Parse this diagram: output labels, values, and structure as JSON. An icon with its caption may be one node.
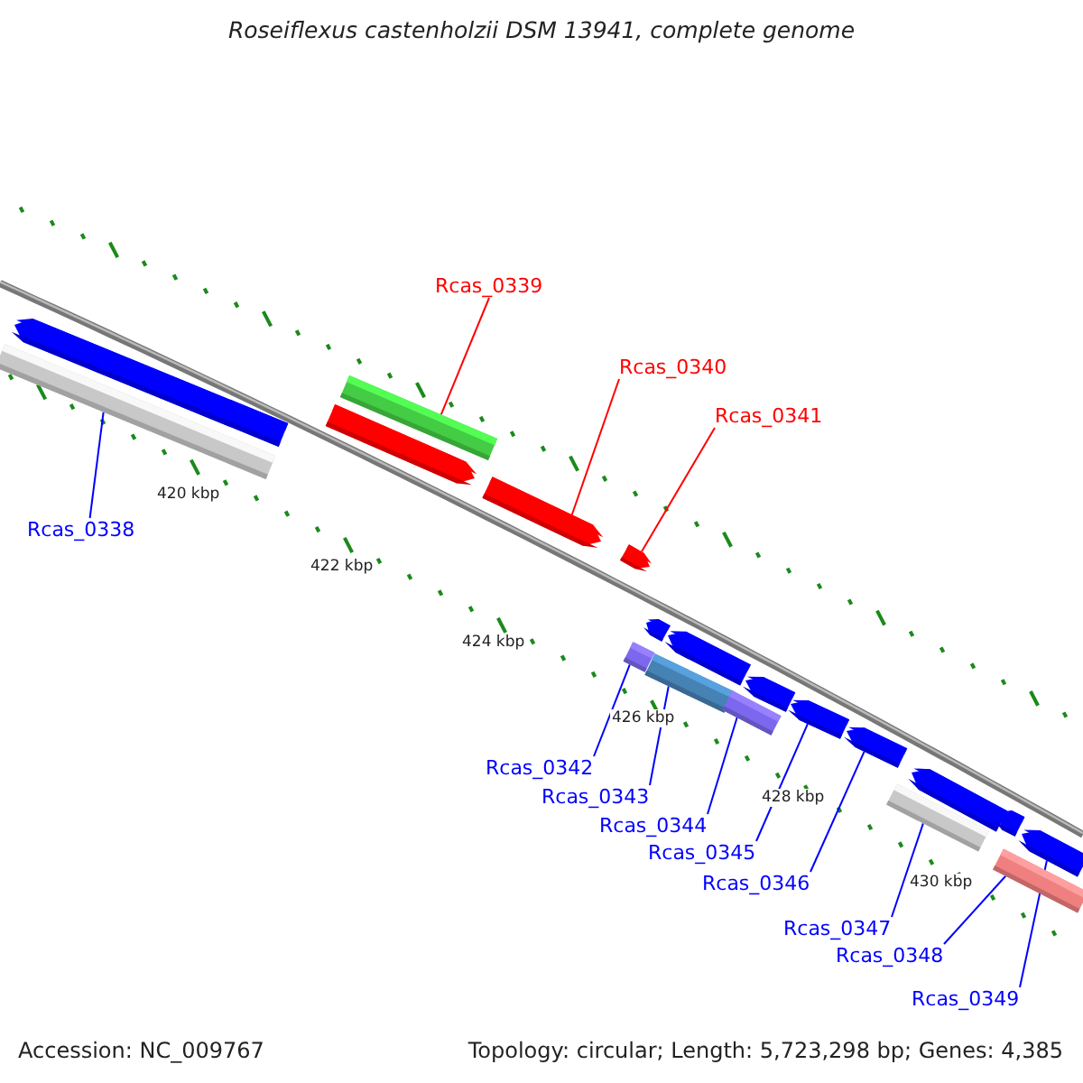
{
  "diagram": {
    "title": "Roseiflexus castenholzii DSM 13941, complete genome",
    "nodes": [
      {
        "text": [
          "Rcas_0338"
        ]
      },
      {
        "text": [
          "Rcas_0339"
        ]
      },
      {
        "text": [
          "Rcas_0340"
        ]
      },
      {
        "text": [
          "Rcas_0341"
        ]
      },
      {
        "text": [
          "Rcas_0342"
        ]
      },
      {
        "text": [
          "Rcas_0343"
        ]
      },
      {
        "text": [
          "Rcas_0344"
        ]
      },
      {
        "text": [
          "Rcas_0345"
        ]
      },
      {
        "text": [
          "Rcas_0346"
        ]
      },
      {
        "text": [
          "Rcas_0347"
        ]
      },
      {
        "text": [
          "Rcas_0348"
        ]
      },
      {
        "text": [
          "Rcas_0349"
        ]
      },
      {
        "text": [],
        "shape": "bar"
      },
      {
        "text": [],
        "shape": "bar"
      },
      {
        "text": [],
        "shape": "bar"
      },
      {
        "text": [],
        "shape": "bar"
      },
      {
        "text": [],
        "shape": "bar"
      },
      {
        "text": [],
        "shape": "bar"
      },
      {
        "text": [],
        "shape": "bar"
      },
      {
        "text": [],
        "shape": "bar"
      },
      {
        "text": [],
        "shape": "bar"
      },
      {
        "text": [],
        "shape": "bar"
      },
      {
        "text": [],
        "shape": "bar"
      },
      {
        "text": [],
        "shape": "bar"
      },
      {
        "text": [],
        "shape": "bar"
      },
      {
        "text": [],
        "shape": "bar"
      },
      {
        "text": [],
        "shape": "bar"
      },
      {
        "text": [],
        "shape": "bar"
      },
      {
        "text": [],
        "shape": "bar"
      },
      {
        "text": [],
        "shape": "bar"
      },
      {
        "text": [],
        "shape": "bar"
      }
    ],
    "edges": [
      {
        "from": 0,
        "to": 13,
        "arrow": "none"
      },
      {
        "from": 1,
        "to": 14,
        "arrow": "none",
        "color": "#ff0000"
      },
      {
        "from": 2,
        "to": 16,
        "arrow": "none",
        "color": "#ff0000"
      },
      {
        "from": 3,
        "to": 17,
        "arrow": "none",
        "color": "#ff0000"
      },
      {
        "from": 4,
        "to": 20,
        "arrow": "none"
      },
      {
        "from": 5,
        "to": 21,
        "arrow": "none"
      },
      {
        "from": 6,
        "to": 22,
        "arrow": "none"
      },
      {
        "from": 7,
        "to": 24,
        "arrow": "none"
      },
      {
        "from": 8,
        "to": 25,
        "arrow": "none"
      },
      {
        "from": 9,
        "to": 27,
        "arrow": "none"
      },
      {
        "from": 10,
        "to": 30,
        "arrow": "none"
      },
      {
        "from": 11,
        "to": 29,
        "arrow": "none"
      }
    ],
    "labels": [
      "420 kbp",
      "422 kbp",
      "424 kbp",
      "426 kbp",
      "428 kbp",
      "430 kbp",
      "Accession: NC_009767",
      "Topology: circular; Length: 5,723,298 bp; Genes: 4,385"
    ]
  }
}
